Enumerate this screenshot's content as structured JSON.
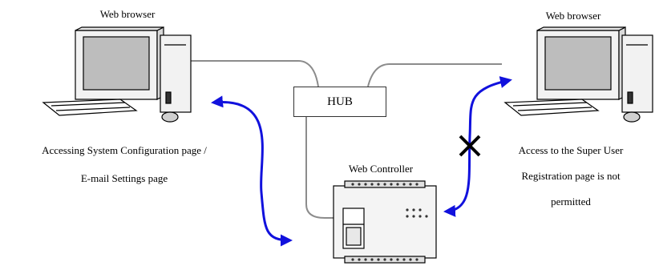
{
  "labels": {
    "left_browser": "Web browser",
    "right_browser": "Web browser",
    "hub": "HUB",
    "controller": "Web Controller",
    "left_caption_line1": "Accessing System Configuration page /",
    "left_caption_line2": "E-mail Settings page",
    "right_caption_line1": "Access to the Super User",
    "right_caption_line2": "Registration page is not",
    "right_caption_line3": "permitted"
  },
  "colors": {
    "arrow": "#1111dd",
    "cable": "#8c8c8c",
    "cross": "#000000",
    "screen": "#bdbdbd"
  },
  "icons": [
    "computer-icon",
    "computer-icon",
    "controller-device-icon",
    "cross-mark-icon"
  ]
}
